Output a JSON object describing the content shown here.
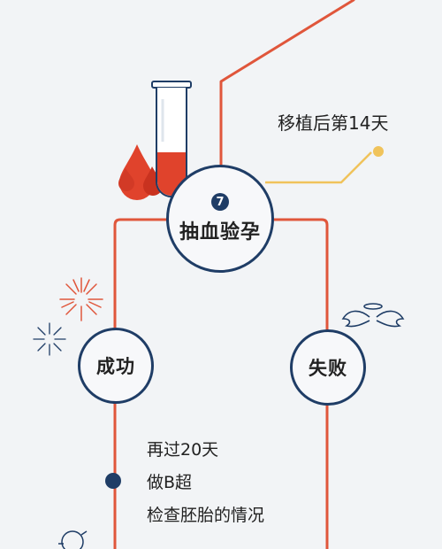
{
  "colors": {
    "line_red": "#e0563b",
    "line_gold": "#f0c35b",
    "node_border": "#1f3d66",
    "blood_red": "#e0432c",
    "background": "#f2f4f6"
  },
  "timeline_label": "移植后第14天",
  "nodes": {
    "test": {
      "step": "7",
      "label": "抽血验孕"
    },
    "success": {
      "label": "成功"
    },
    "fail": {
      "label": "失败"
    }
  },
  "followup": [
    "再过20天",
    "做B超",
    "检查胚胎的情况"
  ],
  "icons": [
    "test-tube-icon",
    "blood-drop-icon",
    "fireworks-icon",
    "angel-wings-icon",
    "bulb-icon"
  ]
}
